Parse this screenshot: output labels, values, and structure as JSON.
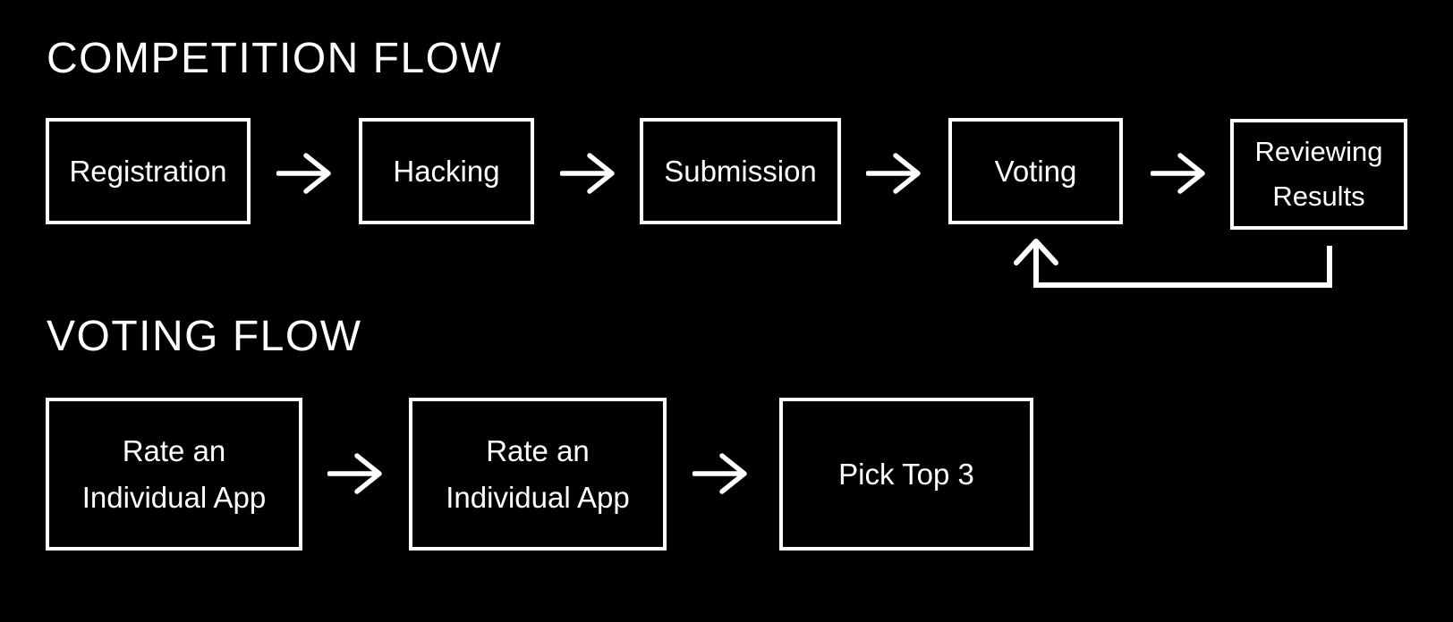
{
  "canvas": {
    "background": "#000000",
    "foreground": "#ffffff"
  },
  "icons": {
    "forward_connector": "arrow-right",
    "loop_connector": "arrow-up-loop-back"
  },
  "sections": [
    {
      "title": "COMPETITION FLOW",
      "nodes": [
        {
          "label": "Registration",
          "lines": [
            "Registration"
          ]
        },
        {
          "label": "Hacking",
          "lines": [
            "Hacking"
          ]
        },
        {
          "label": "Submission",
          "lines": [
            "Submission"
          ]
        },
        {
          "label": "Voting",
          "lines": [
            "Voting"
          ]
        },
        {
          "label": "Reviewing Results",
          "lines": [
            "Reviewing",
            "Results"
          ]
        }
      ],
      "connectors": {
        "forward_arrows": 4,
        "loop_back": {
          "from": "Reviewing Results",
          "to": "Voting"
        }
      }
    },
    {
      "title": "VOTING FLOW",
      "nodes": [
        {
          "label": "Rate an Individual App",
          "lines": [
            "Rate an",
            "Individual App"
          ]
        },
        {
          "label": "Rate an Individual App",
          "lines": [
            "Rate an",
            "Individual App"
          ]
        },
        {
          "label": "Pick Top 3",
          "lines": [
            "Pick Top 3"
          ]
        }
      ],
      "connectors": {
        "forward_arrows": 2
      }
    }
  ]
}
